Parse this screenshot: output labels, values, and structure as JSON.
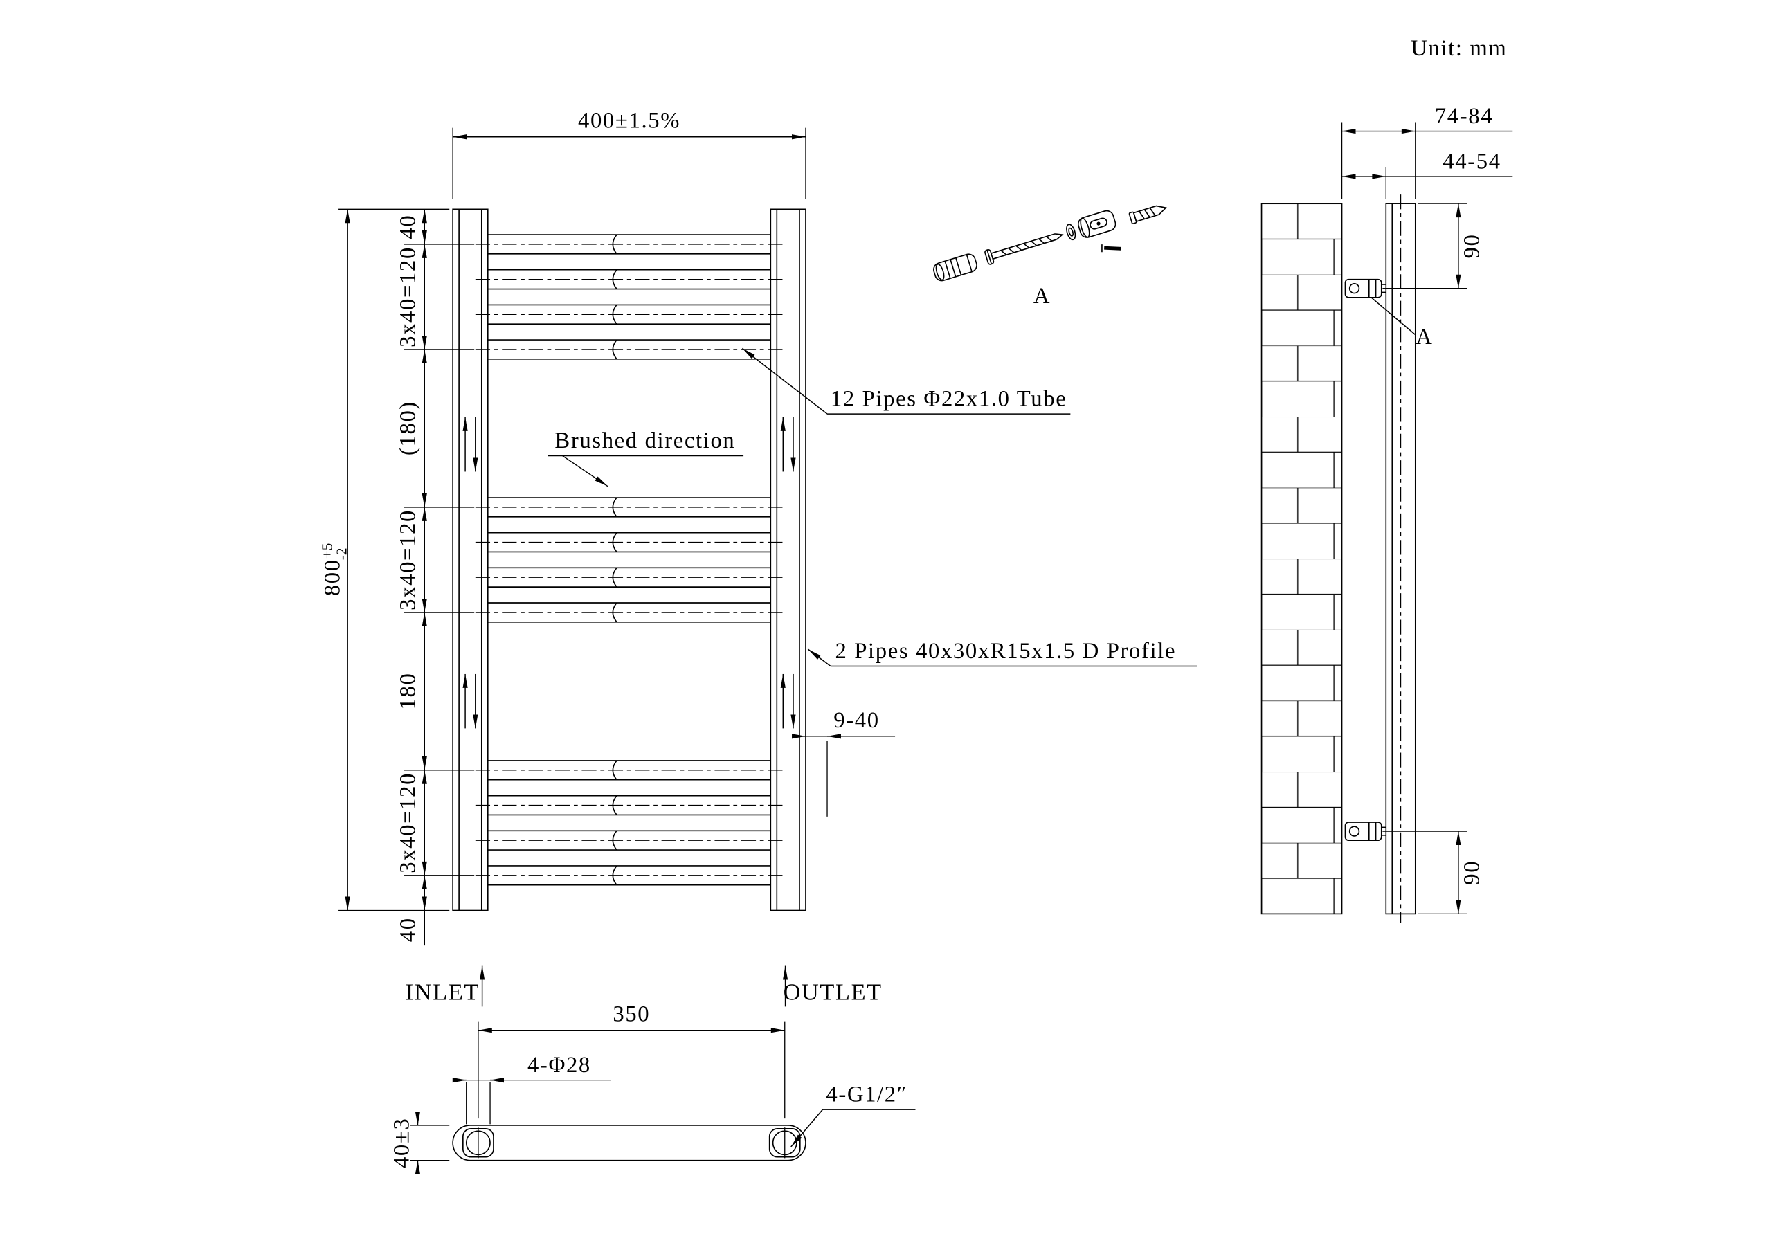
{
  "unit_label": "Unit: mm",
  "front_view": {
    "width_dim": "400±1.5%",
    "height_dim_main": "800",
    "height_dim_upper": "+5",
    "height_dim_lower": "-2",
    "dims_left": [
      "40",
      "3x40=120",
      "(180)",
      "3x40=120",
      "180",
      "3x40=120",
      "40"
    ],
    "brushed_label": "Brushed direction",
    "pipes_label": "12 Pipes Φ22x1.0 Tube",
    "profile_label": "2 Pipes 40x30xR15x1.5 D Profile",
    "pipe_gap_dim": "9-40",
    "inlet_label": "INLET",
    "outlet_label": "OUTLET"
  },
  "bottom_view": {
    "centers_dim": "350",
    "holes_dim": "4-Φ28",
    "thread_label": "4-G1/2″",
    "height_dim": "40±3"
  },
  "side_view": {
    "depth_total_dim": "74-84",
    "depth_clear_dim": "44-54",
    "bracket_top_dim": "90",
    "bracket_bottom_dim": "90",
    "detail_ref": "A"
  },
  "detail_a": {
    "label": "A"
  }
}
